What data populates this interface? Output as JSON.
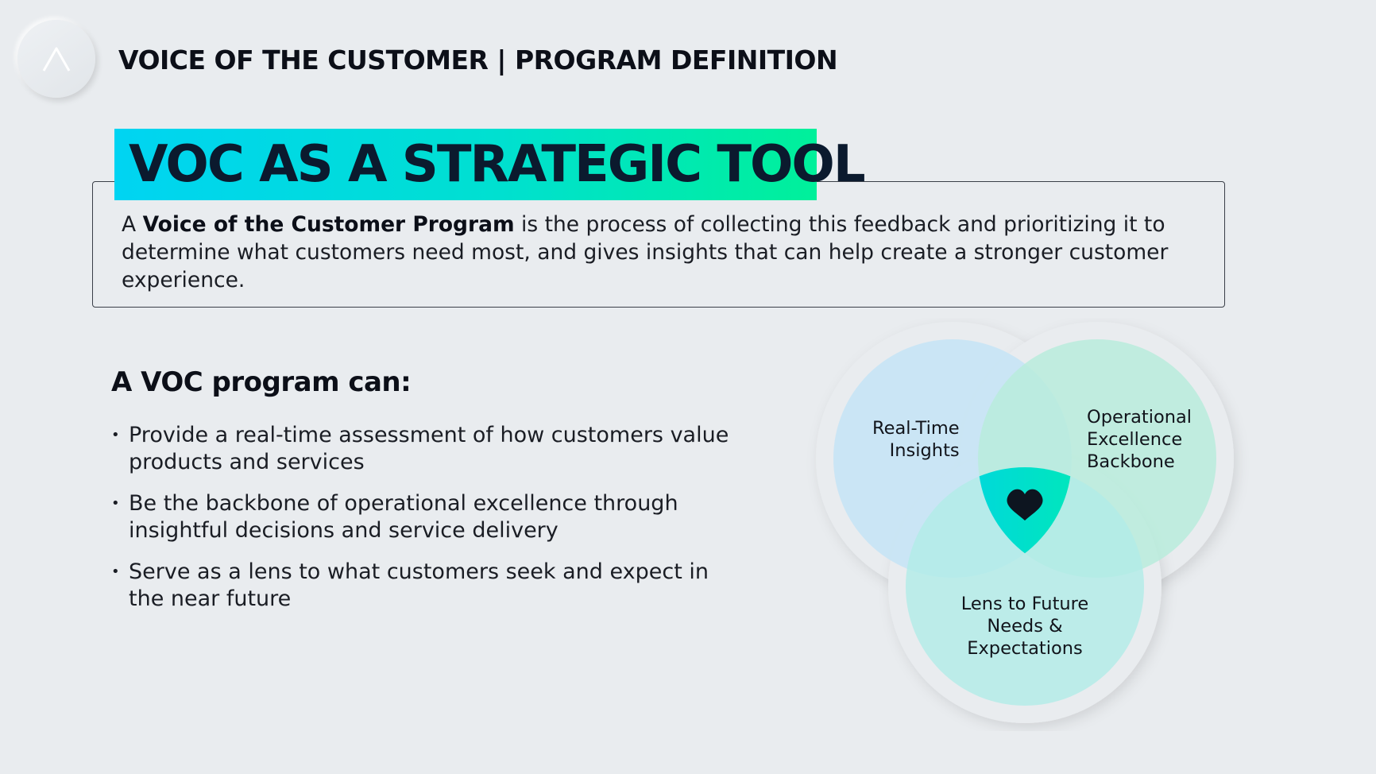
{
  "header": {
    "title": "VOICE OF THE CUSTOMER | PROGRAM DEFINITION"
  },
  "banner": {
    "title": "VOC AS A STRATEGIC TOOL"
  },
  "definition": {
    "lead": "A ",
    "bold_term": "Voice of the Customer Program",
    "rest": " is the process of collecting this feedback and prioritizing it to determine what customers need most, and gives insights that can help create a stronger customer experience."
  },
  "program": {
    "heading": "A VOC program can:",
    "bullets": [
      "Provide a real-time assessment of how customers value products and services",
      "Be the backbone of operational excellence through insightful decisions and service delivery",
      "Serve as a lens to what customers seek and expect in the near future"
    ]
  },
  "venn": {
    "circles": [
      {
        "label_lines": [
          "Real-Time",
          "Insights"
        ],
        "color": "#c6e4f5"
      },
      {
        "label_lines": [
          "Operational",
          "Excellence",
          "Backbone"
        ],
        "color": "#b9ecdc"
      },
      {
        "label_lines": [
          "Lens to Future",
          "Needs &",
          "Expectations"
        ],
        "color": "#b0ece7"
      }
    ],
    "center_icon": "heart-icon",
    "center_gradient": [
      "#00cfee",
      "#00f0a8"
    ]
  },
  "icons": {
    "logo": "logo-icon"
  }
}
